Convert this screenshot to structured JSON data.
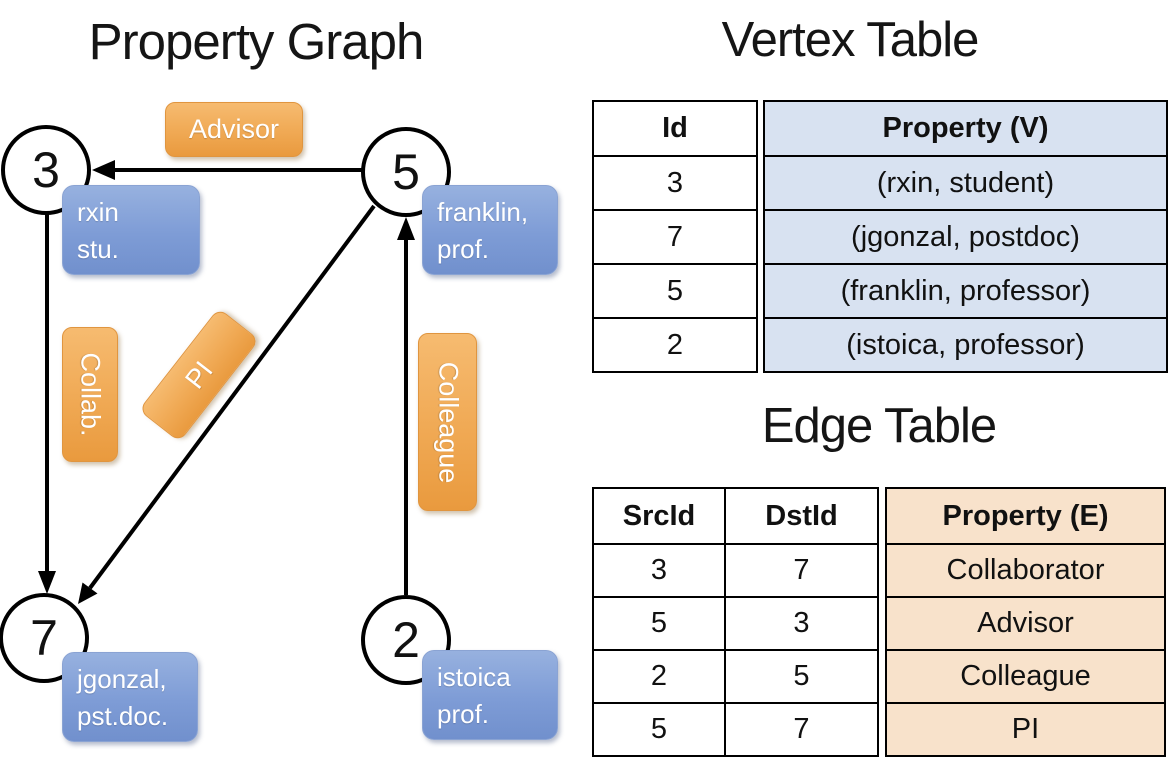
{
  "colors": {
    "orange_top": "#F6BB70",
    "orange_bottom": "#E99A3E",
    "blue_top": "#97B1DF",
    "blue_bottom": "#7190CD",
    "vertex_property_fill": "#D8E2F1",
    "edge_property_fill": "#F8E2CB",
    "table_border": "#000000",
    "node_stroke": "#000000"
  },
  "graph": {
    "title": "Property Graph",
    "nodes": [
      {
        "id": "3",
        "label_line1": "rxin",
        "label_line2": "stu."
      },
      {
        "id": "5",
        "label_line1": "franklin,",
        "label_line2": "prof."
      },
      {
        "id": "7",
        "label_line1": "jgonzal,",
        "label_line2": "pst.doc."
      },
      {
        "id": "2",
        "label_line1": "istoica",
        "label_line2": "prof."
      }
    ],
    "edge_labels": {
      "advisor": "Advisor",
      "collab": "Collab.",
      "pi": "PI",
      "colleague": "Colleague"
    }
  },
  "vertex_table": {
    "title": "Vertex Table",
    "columns": {
      "id": "Id",
      "property": "Property (V)"
    },
    "rows": [
      {
        "id": "3",
        "property": "(rxin, student)"
      },
      {
        "id": "7",
        "property": "(jgonzal, postdoc)"
      },
      {
        "id": "5",
        "property": "(franklin, professor)"
      },
      {
        "id": "2",
        "property": "(istoica, professor)"
      }
    ]
  },
  "edge_table": {
    "title": "Edge Table",
    "columns": {
      "src": "SrcId",
      "dst": "DstId",
      "property": "Property (E)"
    },
    "rows": [
      {
        "src": "3",
        "dst": "7",
        "property": "Collaborator"
      },
      {
        "src": "5",
        "dst": "3",
        "property": "Advisor"
      },
      {
        "src": "2",
        "dst": "5",
        "property": "Colleague"
      },
      {
        "src": "5",
        "dst": "7",
        "property": "PI"
      }
    ]
  }
}
